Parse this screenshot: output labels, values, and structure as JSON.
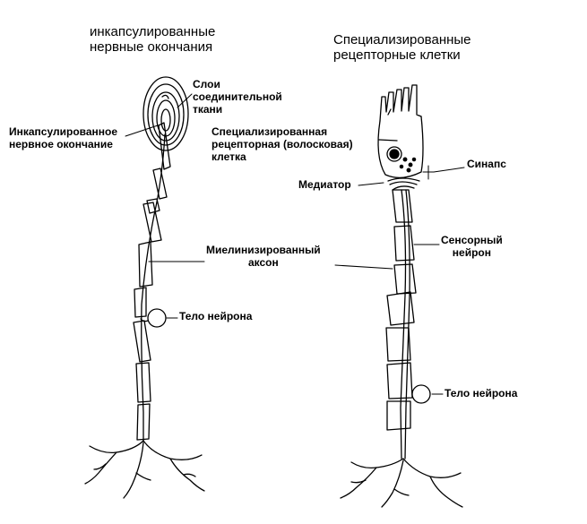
{
  "titles": {
    "left": "инкапсулированные\nнервные окончания",
    "right": "Специализированные\nрецепторные клетки"
  },
  "labels": {
    "connective_layers": "Слои\nсоединительной\nткани",
    "encapsulated_ending": "Инкапсулированное\nнервное окончание",
    "myelinated_axon": "Миелинизированный\nаксон",
    "neuron_body_left": "Тело нейрона",
    "receptor_cell": "Специализированная\nрецепторная (волосковая)\nклетка",
    "synapse": "Синапс",
    "mediator": "Медиатор",
    "sensory_neuron": "Сенсорный\nнейрон",
    "neuron_body_right": "Тело нейрона"
  },
  "colors": {
    "ink": "#000000",
    "background": "#ffffff"
  }
}
